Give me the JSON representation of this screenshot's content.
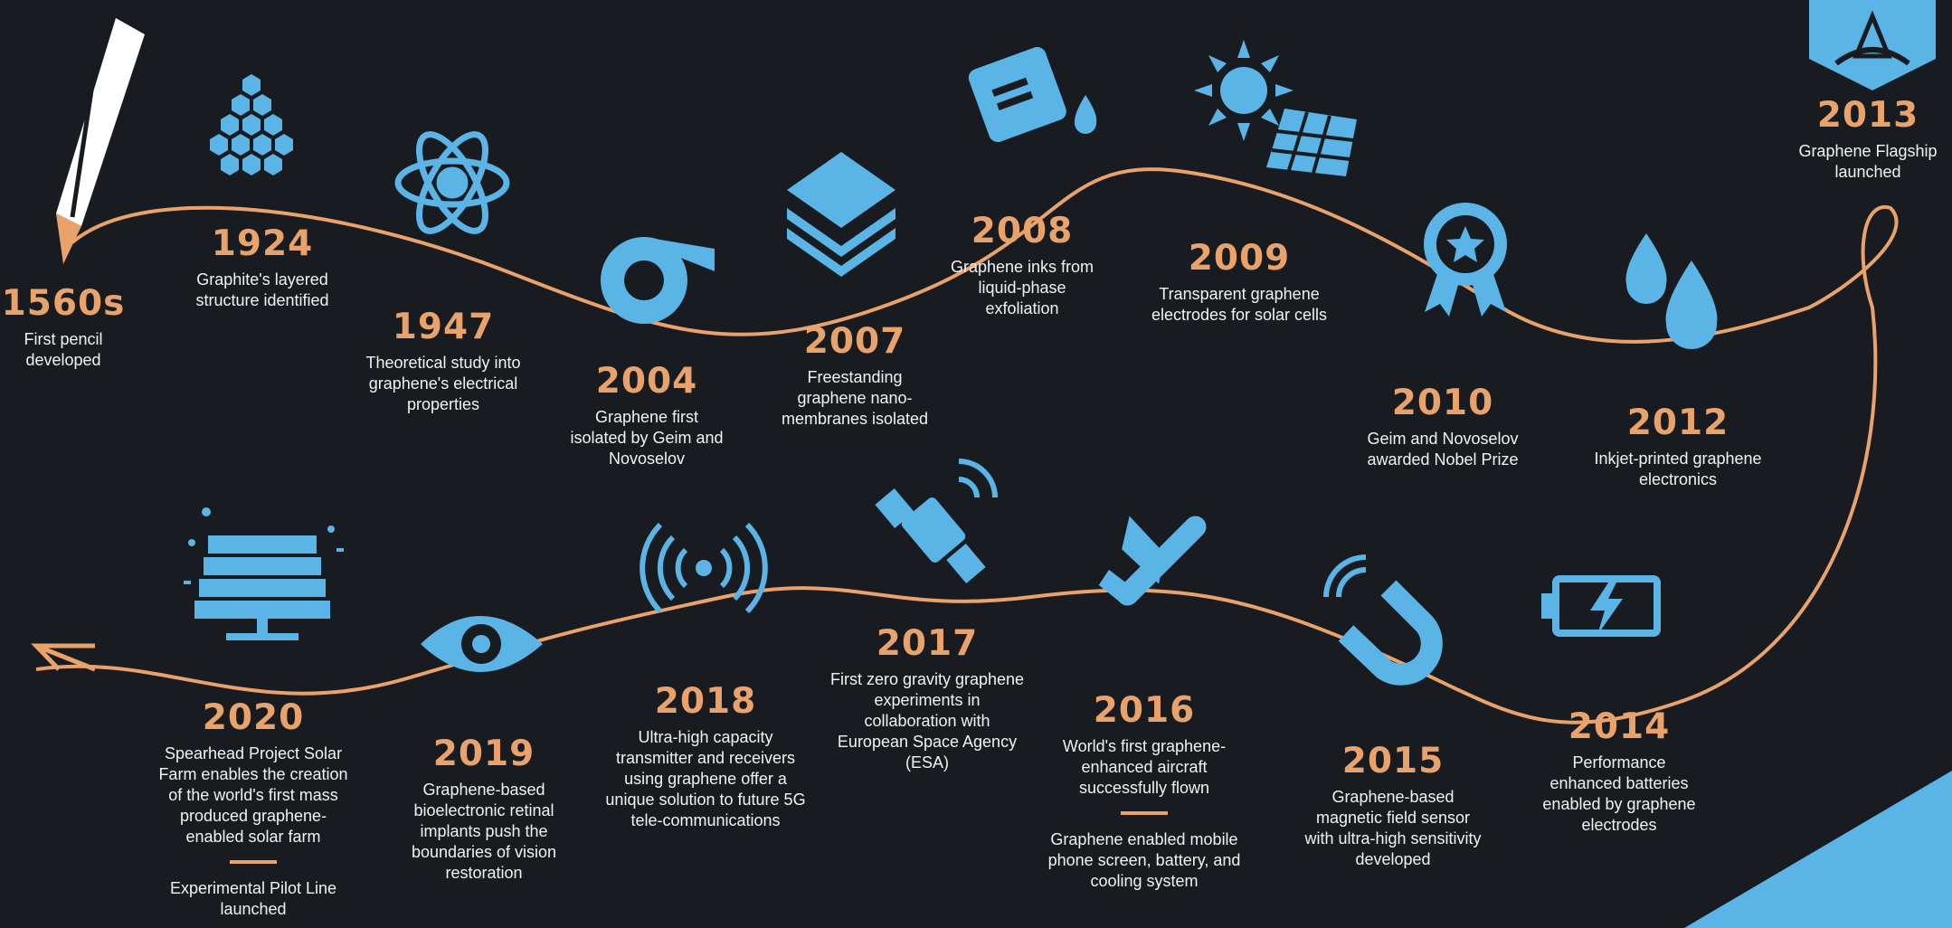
{
  "colors": {
    "background": "#181c20",
    "accent_orange": "#e9a36a",
    "icon_blue": "#5ab4e6",
    "text": "#ffffff"
  },
  "events": [
    {
      "year": "1560s",
      "text": "First pencil developed",
      "icon": "pencil-icon"
    },
    {
      "year": "1924",
      "text": "Graphite's layered structure identified",
      "icon": "hexagon-lattice-icon"
    },
    {
      "year": "1947",
      "text": "Theoretical study into graphene's electrical properties",
      "icon": "atom-icon"
    },
    {
      "year": "2004",
      "text": "Graphene first isolated by Geim and Novoselov",
      "icon": "tape-roll-icon"
    },
    {
      "year": "2007",
      "text": "Freestanding graphene nano-membranes isolated",
      "icon": "layers-icon"
    },
    {
      "year": "2008",
      "text": "Graphene inks from liquid-phase exfoliation",
      "icon": "ink-beaker-icon"
    },
    {
      "year": "2009",
      "text": "Transparent graphene electrodes for solar cells",
      "icon": "sun-solar-panel-icon"
    },
    {
      "year": "2010",
      "text": "Geim and Novoselov awarded Nobel Prize",
      "icon": "award-ribbon-icon"
    },
    {
      "year": "2012",
      "text": "Inkjet-printed graphene electronics",
      "icon": "ink-drops-icon"
    },
    {
      "year": "2013",
      "text": "Graphene Flagship launched",
      "icon": "flagship-logo-icon"
    },
    {
      "year": "2014",
      "text": "Performance enhanced batteries enabled by graphene electrodes",
      "icon": "battery-icon"
    },
    {
      "year": "2015",
      "text": "Graphene-based magnetic field sensor with ultra-high sensitivity developed",
      "icon": "magnet-icon"
    },
    {
      "year": "2016",
      "text": "World's first graphene-enhanced aircraft successfully flown",
      "extra": "Graphene enabled mobile phone screen, battery, and cooling system",
      "icon": "airplane-icon"
    },
    {
      "year": "2017",
      "text": "First zero gravity graphene experiments in collaboration with European Space Agency (ESA)",
      "icon": "satellite-icon"
    },
    {
      "year": "2018",
      "text": "Ultra-high capacity transmitter and receivers using graphene offer a unique solution to future 5G tele-communications",
      "icon": "wireless-signal-icon"
    },
    {
      "year": "2019",
      "text": "Graphene-based bioelectronic retinal implants push the boundaries of vision restoration",
      "icon": "eye-icon"
    },
    {
      "year": "2020",
      "text": "Spearhead Project Solar Farm enables the creation of the world's first mass produced graphene-enabled solar farm",
      "extra": "Experimental Pilot Line launched",
      "icon": "solar-panel-icon"
    }
  ]
}
